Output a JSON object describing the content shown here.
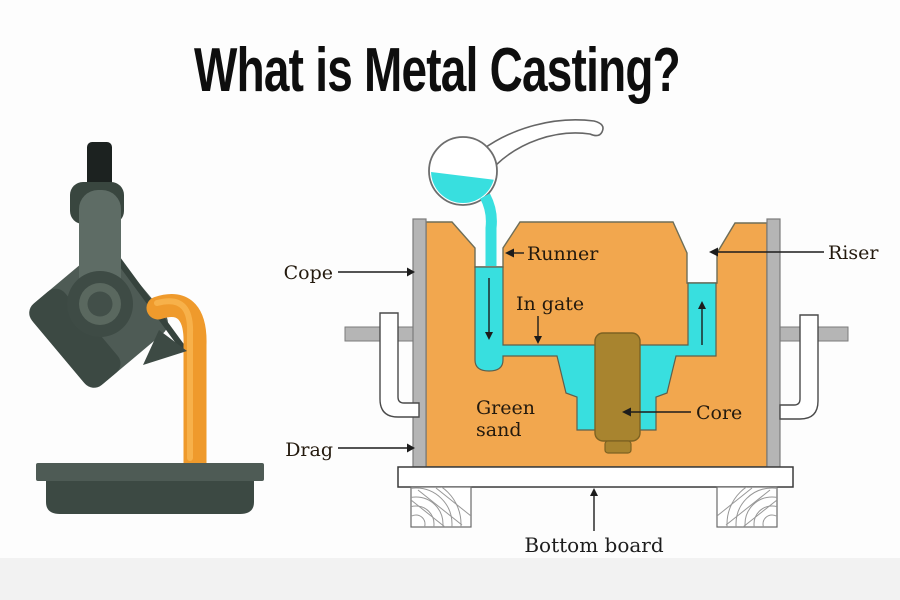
{
  "title": "What is Metal Casting?",
  "colors": {
    "sand": "#F2A74E",
    "liquid_metal": "#38DFDF",
    "molten_pour": "#EF9A2C",
    "pour_highlight": "#F7B14A",
    "core": "#A8842F",
    "flask": "#B5B5B5",
    "ladle_body": "#4E5B55",
    "ladle_dark": "#3C4943",
    "text": "#241A0E"
  },
  "diagram": {
    "labels": {
      "cope": "Cope",
      "drag": "Drag",
      "runner": "Runner",
      "in_gate": "In gate",
      "green_sand_line1": "Green",
      "green_sand_line2": "sand",
      "core": "Core",
      "riser": "Riser",
      "bottom_board": "Bottom board"
    }
  }
}
